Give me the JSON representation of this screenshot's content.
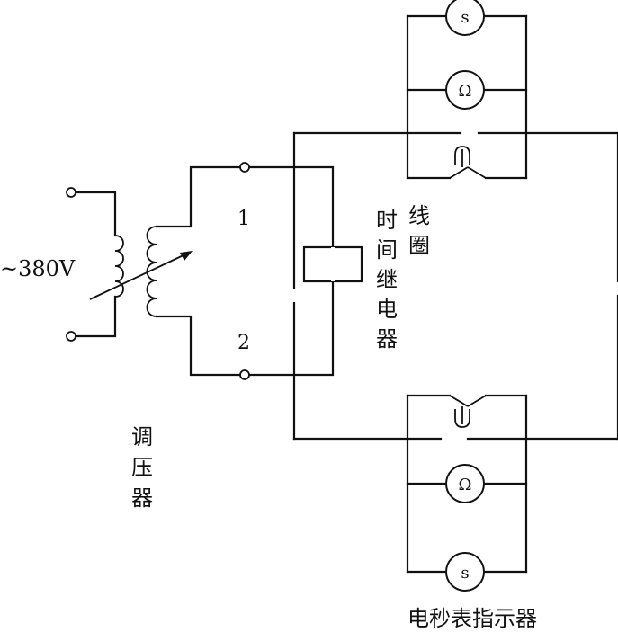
{
  "diagram": {
    "source_label": "~380V",
    "terminal_1": "1",
    "terminal_2": "2",
    "transformer_label_chars": [
      "调",
      "压",
      "器"
    ],
    "relay_coil_col1": [
      "时",
      "间",
      "继",
      "电",
      "器"
    ],
    "relay_coil_col2": [
      "线",
      "圈"
    ],
    "meter_s": "s",
    "meter_ohm": "Ω",
    "indicator_label": "电秒表指示器",
    "colors": {
      "line": "#111111",
      "background": "#ffffff"
    }
  }
}
